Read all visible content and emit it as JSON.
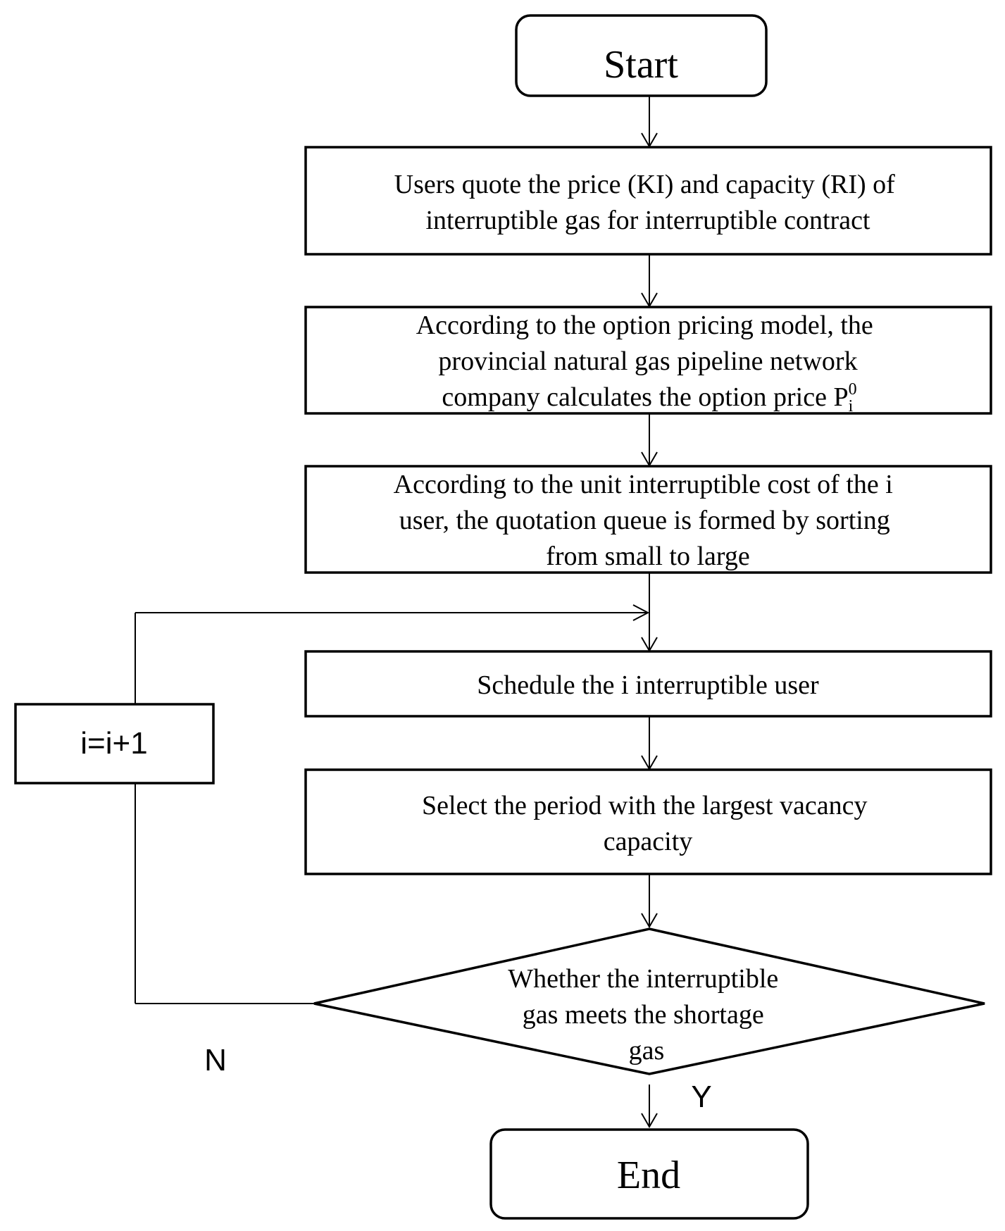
{
  "flowchart": {
    "start": "Start",
    "step1": {
      "line1": "Users quote the price (KI) and capacity (RI) of",
      "line2": "interruptible gas for interruptible contract"
    },
    "step2": {
      "line1": "According to the option pricing model, the",
      "line2": "provincial natural gas pipeline network",
      "line3": "company calculates the option price P",
      "sup": "0",
      "sub": "i"
    },
    "step3": {
      "line1": "According to the unit interruptible cost of the i",
      "line2": "user, the quotation queue is formed by sorting",
      "line3": "from small to large"
    },
    "step4": "Schedule the i interruptible user",
    "step5": {
      "line1": "Select the period with the largest vacancy",
      "line2": "capacity"
    },
    "decision": {
      "line1": "Whether the interruptible",
      "line2": "gas meets the shortage",
      "line3": "gas"
    },
    "increment": "i=i+1",
    "no_label": "N",
    "yes_label": "Y",
    "end": "End"
  }
}
